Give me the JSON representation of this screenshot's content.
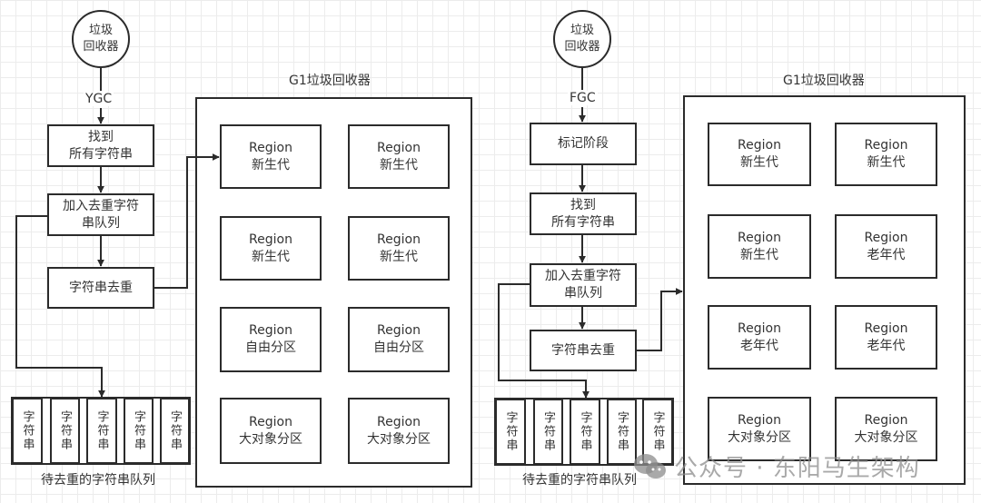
{
  "left": {
    "collector_node": "垃圾\n回收器",
    "trigger_label": "YGC",
    "steps": [
      "找到\n所有字符串",
      "加入去重字符\n串队列",
      "字符串去重"
    ],
    "queue": {
      "items": [
        "字符串",
        "字符串",
        "字符串",
        "字符串",
        "字符串"
      ],
      "caption": "待去重的字符串队列"
    },
    "g1": {
      "title": "G1垃圾回收器",
      "regions": [
        {
          "name": "Region",
          "type": "新生代"
        },
        {
          "name": "Region",
          "type": "新生代"
        },
        {
          "name": "Region",
          "type": "新生代"
        },
        {
          "name": "Region",
          "type": "新生代"
        },
        {
          "name": "Region",
          "type": "自由分区"
        },
        {
          "name": "Region",
          "type": "自由分区"
        },
        {
          "name": "Region",
          "type": "大对象分区"
        },
        {
          "name": "Region",
          "type": "大对象分区"
        }
      ]
    }
  },
  "right": {
    "collector_node": "垃圾\n回收器",
    "trigger_label": "FGC",
    "steps": [
      "标记阶段",
      "找到\n所有字符串",
      "加入去重字符\n串队列",
      "字符串去重"
    ],
    "queue": {
      "items": [
        "字符串",
        "字符串",
        "字符串",
        "字符串",
        "字符串"
      ],
      "caption": "待去重的字符串队列"
    },
    "g1": {
      "title": "G1垃圾回收器",
      "regions": [
        {
          "name": "Region",
          "type": "新生代"
        },
        {
          "name": "Region",
          "type": "新生代"
        },
        {
          "name": "Region",
          "type": "新生代"
        },
        {
          "name": "Region",
          "type": "老年代"
        },
        {
          "name": "Region",
          "type": "老年代"
        },
        {
          "name": "Region",
          "type": "老年代"
        },
        {
          "name": "Region",
          "type": "大对象分区"
        },
        {
          "name": "Region",
          "type": "大对象分区"
        }
      ]
    }
  },
  "watermark": {
    "icon": "wechat-icon",
    "text": "公众号 · 东阳马生架构"
  }
}
